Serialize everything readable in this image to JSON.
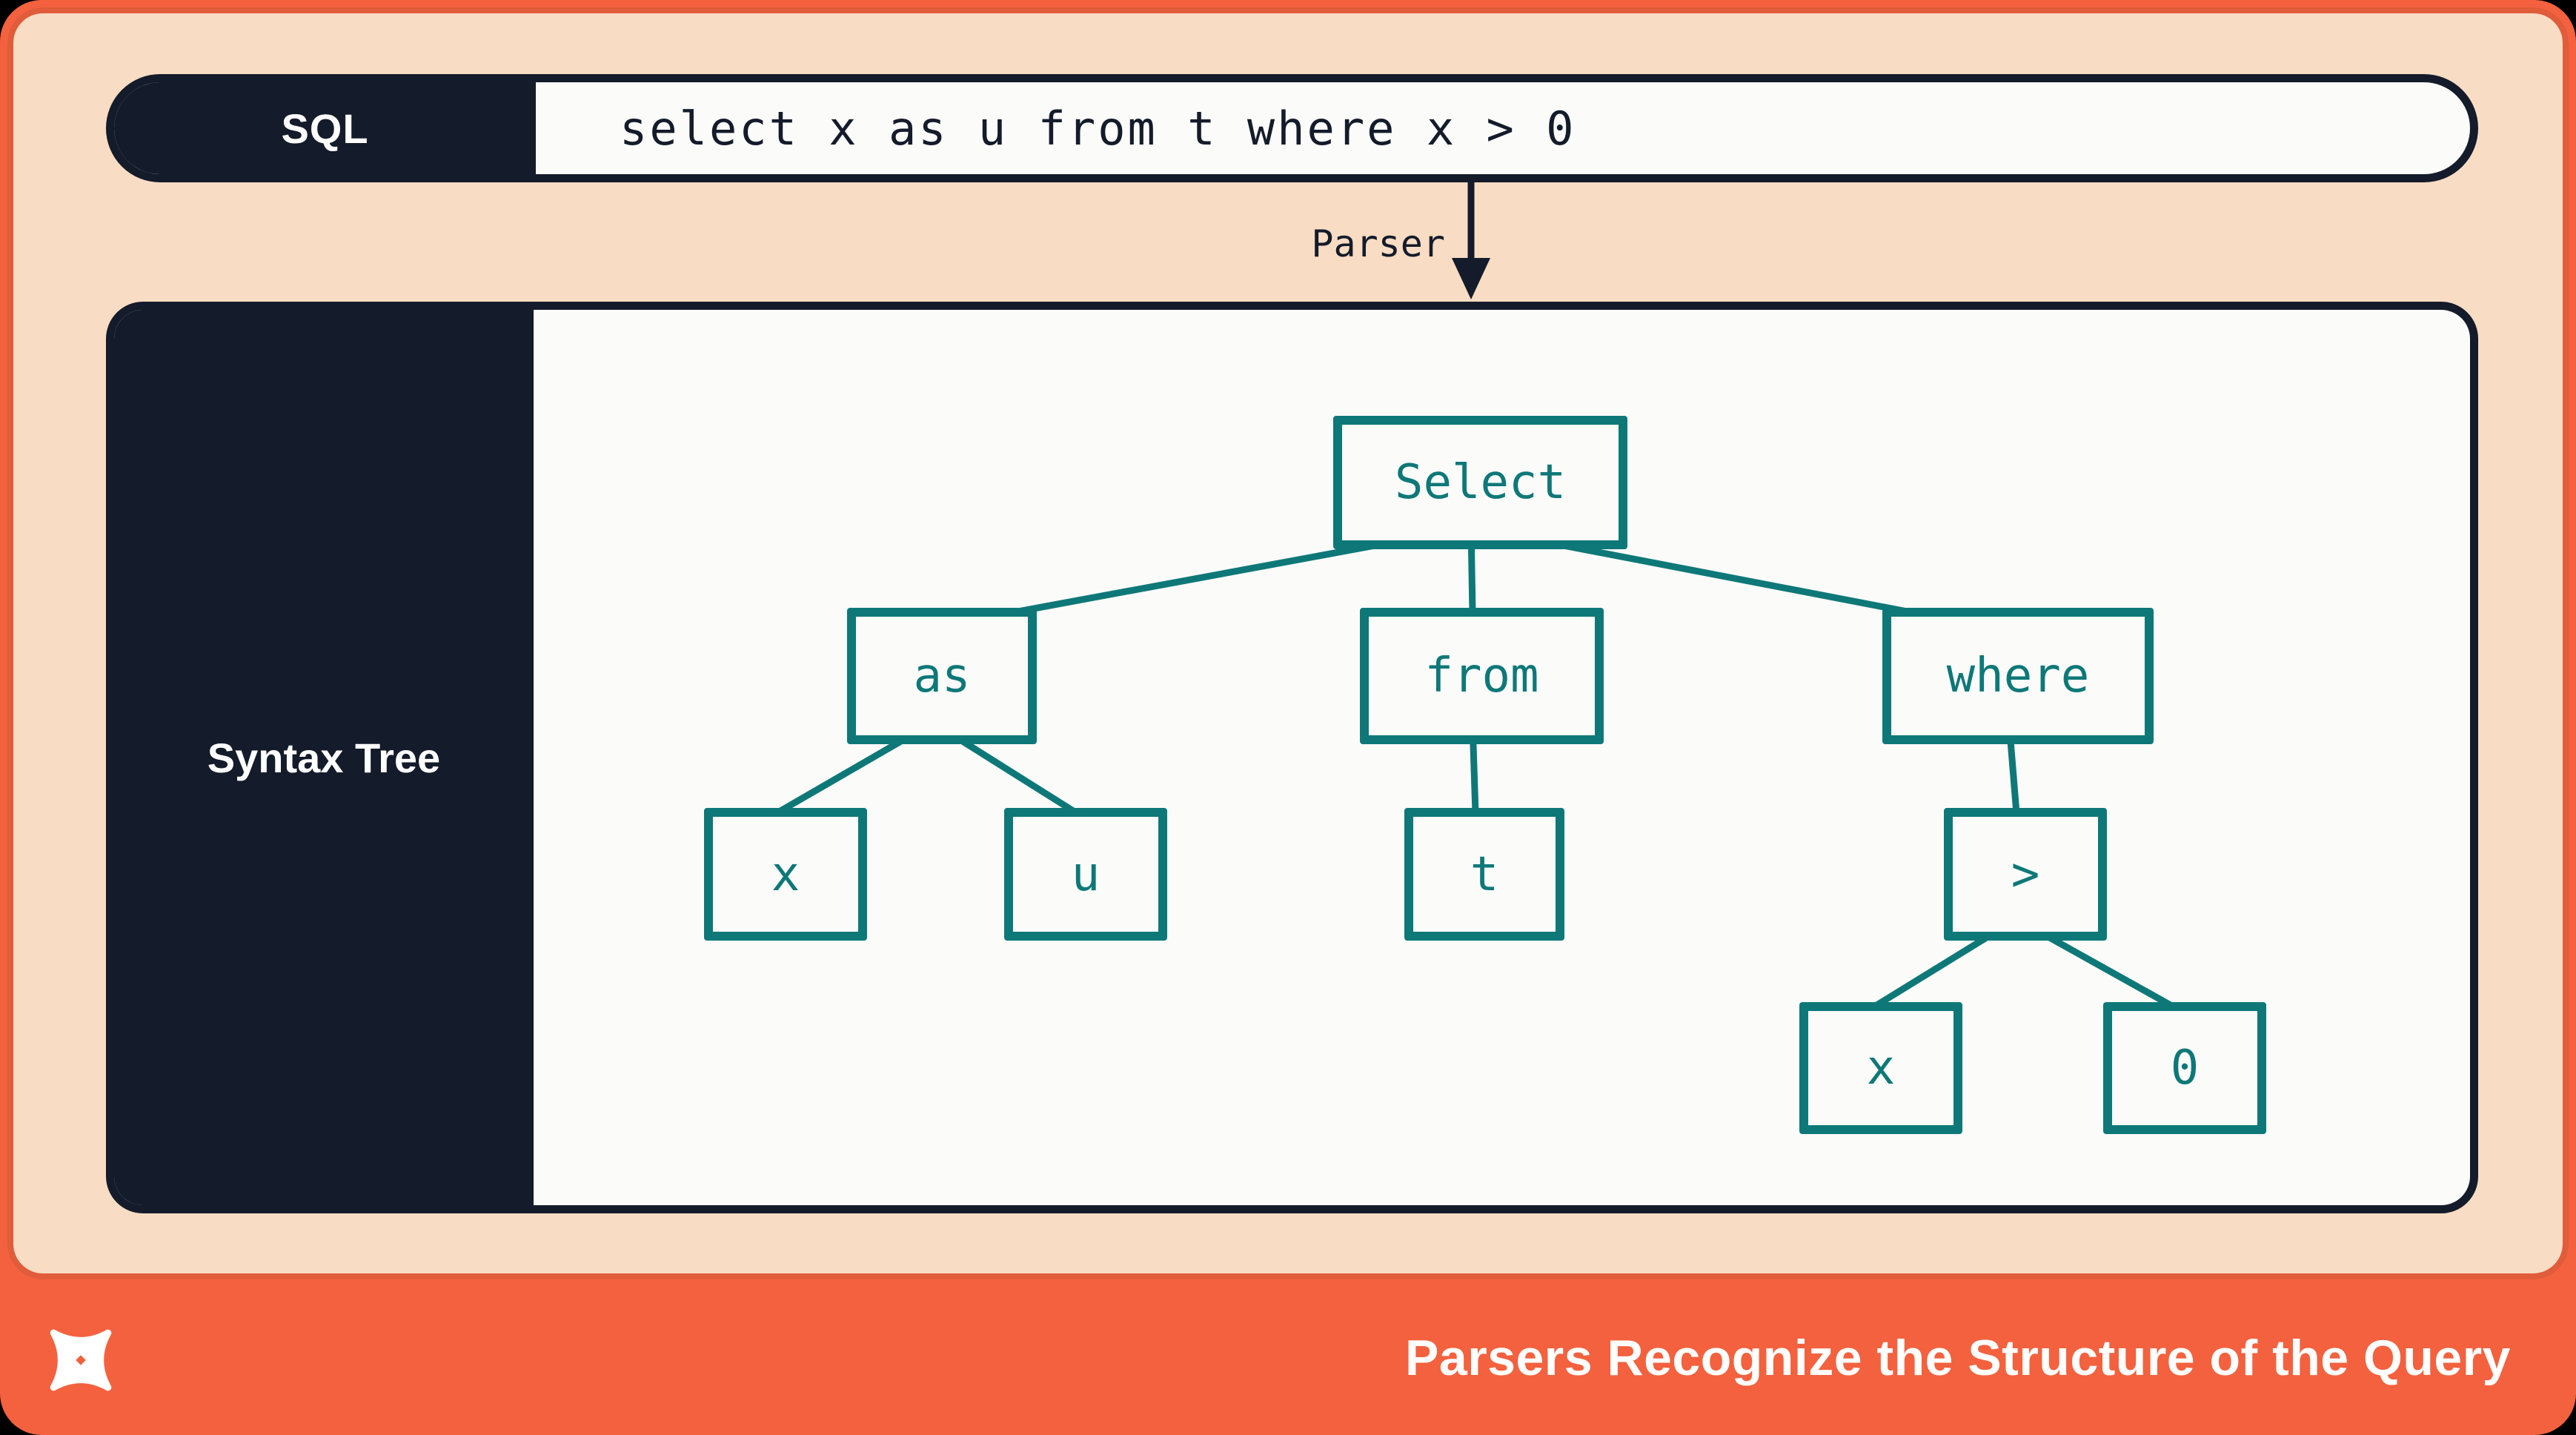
{
  "header": {
    "badge": "SQL",
    "query": "select x as u from t where x > 0"
  },
  "arrow": {
    "label": "Parser"
  },
  "tree": {
    "panel_label": "Syntax Tree",
    "nodes": [
      {
        "id": "select",
        "label": "Select"
      },
      {
        "id": "as",
        "label": "as"
      },
      {
        "id": "from",
        "label": "from"
      },
      {
        "id": "where",
        "label": "where"
      },
      {
        "id": "x1",
        "label": "x"
      },
      {
        "id": "u",
        "label": "u"
      },
      {
        "id": "t",
        "label": "t"
      },
      {
        "id": "gt",
        "label": ">"
      },
      {
        "id": "x2",
        "label": "x"
      },
      {
        "id": "zero",
        "label": "0"
      }
    ],
    "edges": [
      [
        "select",
        "as"
      ],
      [
        "select",
        "from"
      ],
      [
        "select",
        "where"
      ],
      [
        "as",
        "x1"
      ],
      [
        "as",
        "u"
      ],
      [
        "from",
        "t"
      ],
      [
        "where",
        "gt"
      ],
      [
        "gt",
        "x2"
      ],
      [
        "gt",
        "zero"
      ]
    ]
  },
  "footer": {
    "caption": "Parsers Recognize the Structure of the Query",
    "logo": "four-point-star-logo"
  },
  "colors": {
    "coral": "#F4613E",
    "peach": "#F8DCC3",
    "navy": "#141B2A",
    "teal": "#0E7878",
    "box_white": "#FBFBFA"
  }
}
